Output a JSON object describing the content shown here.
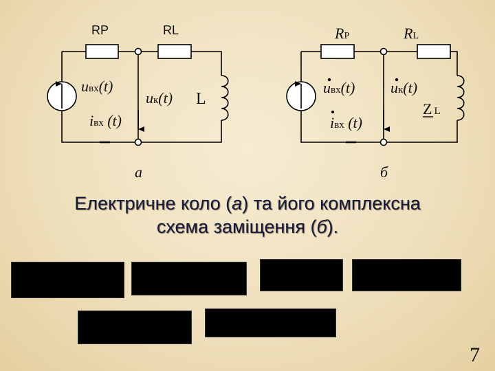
{
  "circuit_a": {
    "resistor1_label": "RP",
    "resistor2_label": "RL",
    "input_voltage": "u",
    "input_voltage_sub": "вх",
    "input_voltage_arg": "(t)",
    "input_current": "i",
    "input_current_sub": "вх",
    "input_current_arg": " (t)",
    "output_voltage": "u",
    "output_voltage_sub": "к",
    "output_voltage_arg": "(t)",
    "inductor_label": "L",
    "tag": "а"
  },
  "circuit_b": {
    "resistor1_label": "R",
    "resistor1_sub": "P",
    "resistor2_label": "R",
    "resistor2_sub": "L",
    "input_voltage": "u",
    "input_voltage_sub": "вх",
    "input_voltage_arg": "(t)",
    "input_current": "i",
    "input_current_sub": "вх",
    "input_current_arg": " (t)",
    "output_voltage": "u",
    "output_voltage_sub": "к",
    "output_voltage_arg": "(t)",
    "impedance_label": "Z",
    "impedance_sub": "L",
    "tag": "б"
  },
  "caption": {
    "line1_pre": "Електричне коло (",
    "line1_a": "а",
    "line1_post": ") та його комплексна",
    "line2_pre": "схема заміщення (",
    "line2_b": "б",
    "line2_post": ")."
  },
  "page_number": "7"
}
